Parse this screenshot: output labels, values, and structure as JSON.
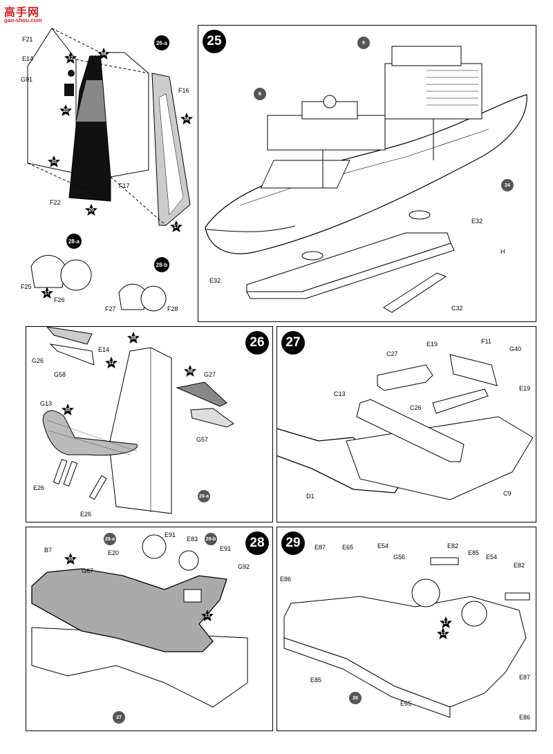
{
  "logo": {
    "brand": "高手网",
    "url": "gao-shou.com"
  },
  "steps": {
    "s25": "25",
    "s26": "26",
    "s27": "27",
    "s28": "28",
    "s29": "29"
  },
  "sub": {
    "a26": "26-a",
    "a28": "28-a",
    "b28": "28-b"
  },
  "p26a": {
    "F21": "F21",
    "E14": "E14",
    "G91": "G91",
    "F16": "F16",
    "F17": "F17",
    "F22": "F22",
    "s12": "12",
    "s58": "58",
    "s20a": "20",
    "s35": "35",
    "s20b": "20",
    "s58b": "58",
    "s17": "17"
  },
  "p28a": {
    "F25": "F25",
    "F26": "F26",
    "s17": "17"
  },
  "p28b": {
    "F27": "F27",
    "F28": "F28"
  },
  "p25": {
    "r9": "9",
    "r6": "6",
    "r24": "24",
    "E32a": "E32",
    "E32b": "E32",
    "H": "H",
    "C32": "C32"
  },
  "p26": {
    "G26": "G26",
    "G58": "G58",
    "E14": "E14",
    "s58": "58",
    "s12": "12",
    "G27": "G27",
    "s58b": "58",
    "G57": "G57",
    "G13": "G13",
    "s35": "35",
    "E26a": "E26",
    "E26b": "E26",
    "ref26a": "26-a"
  },
  "p27": {
    "C27": "C27",
    "E19a": "E19",
    "F11": "F11",
    "G40": "G40",
    "E19b": "E19",
    "C13": "C13",
    "C26": "C26",
    "D1": "D1",
    "C9": "C9"
  },
  "p28": {
    "B7": "B7",
    "s35": "35",
    "ref28a": "28-a",
    "ref28b": "28-b",
    "E91a": "E91",
    "E83": "E83",
    "E20": "E20",
    "G67": "G67",
    "E91b": "E91",
    "G92": "G92",
    "s13": "13",
    "ref27": "27"
  },
  "p29": {
    "E87a": "E87",
    "E65a": "E65",
    "E54a": "E54",
    "E82a": "E82",
    "E86a": "E86",
    "G56": "G56",
    "E85a": "E85",
    "E54b": "E54",
    "E82b": "E82",
    "s17": "17",
    "s13": "13",
    "E85b": "E85",
    "ref28": "28",
    "E65b": "E65",
    "E87b": "E87",
    "E86b": "E86"
  }
}
